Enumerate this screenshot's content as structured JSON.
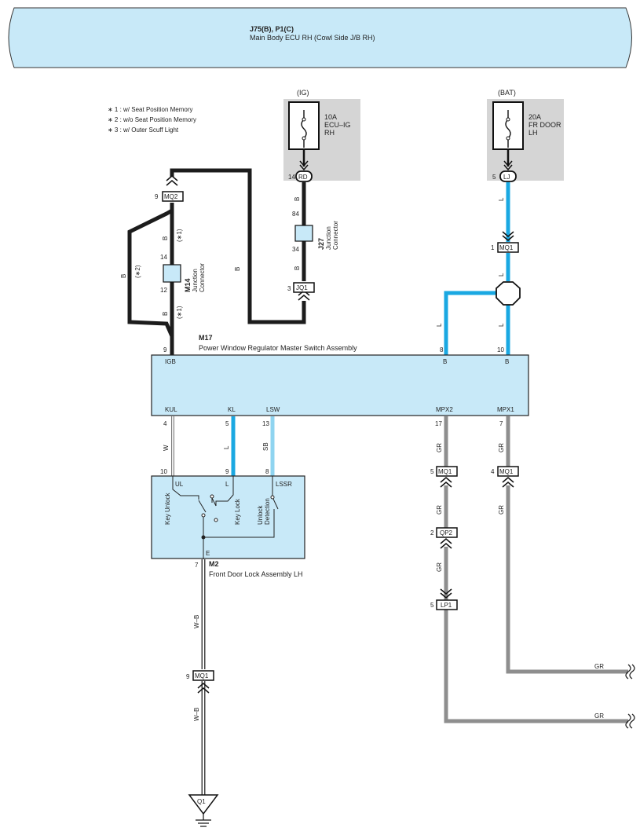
{
  "header": {
    "connector_ids": "J75(B), P1(C)",
    "component_name": "Main Body ECU RH (Cowl Side J/B RH)"
  },
  "notes": [
    "∗ 1 : w/ Seat Position Memory",
    "∗ 2 : w/o Seat Position Memory",
    "∗ 3 : w/ Outer Scuff Light"
  ],
  "fuses": {
    "ig": {
      "source": "(IG)",
      "amp": "10A",
      "name1": "ECU–IG",
      "name2": "RH",
      "pin": "14",
      "conn": "RD"
    },
    "bat": {
      "source": "(BAT)",
      "amp": "20A",
      "name1": "FR DOOR",
      "name2": "LH",
      "pin": "5",
      "conn": "LJ"
    }
  },
  "junctions": {
    "j27": {
      "id": "J27",
      "label1": "Junction",
      "label2": "Connector",
      "pin_top": "84",
      "pin_bottom": "34"
    },
    "m14": {
      "id": "M14",
      "label1": "Junction",
      "label2": "Connector",
      "pin_top": "14",
      "pin_bottom": "12"
    }
  },
  "connectors": {
    "mq2": {
      "pin": "9",
      "name": "MQ2"
    },
    "jq1": {
      "pin": "3",
      "name": "JQ1"
    },
    "mq1_top": {
      "pin": "1",
      "name": "MQ1"
    },
    "mq1_mpx2": {
      "pin": "5",
      "name": "MQ1"
    },
    "mq1_mpx1": {
      "pin": "4",
      "name": "MQ1"
    },
    "qp2": {
      "pin": "2",
      "name": "QP2"
    },
    "lp1": {
      "pin": "5",
      "name": "LP1"
    },
    "mq1_ground": {
      "pin": "9",
      "name": "MQ1"
    }
  },
  "wire_colors": {
    "b": "B",
    "l": "L",
    "w": "W",
    "sb": "SB",
    "gr": "GR",
    "wb": "W–B",
    "note1": "(∗1)",
    "note2": "(∗2)"
  },
  "m17": {
    "id": "M17",
    "name": "Power Window Regulator Master Switch Assembly",
    "top_pins": [
      {
        "pin": "9",
        "terminal": "IGB"
      },
      {
        "pin": "8",
        "terminal": "B"
      },
      {
        "pin": "10",
        "terminal": "B"
      }
    ],
    "bottom_pins": [
      {
        "terminal": "KUL",
        "pin": "4"
      },
      {
        "terminal": "KL",
        "pin": "5"
      },
      {
        "terminal": "LSW",
        "pin": "13"
      },
      {
        "terminal": "MPX2",
        "pin": "17"
      },
      {
        "terminal": "MPX1",
        "pin": "7"
      }
    ]
  },
  "m2": {
    "id": "M2",
    "name": "Front Door Lock Assembly LH",
    "pins": [
      {
        "pin": "10",
        "terminal": "UL",
        "switch": "Key Unlock"
      },
      {
        "pin": "9",
        "terminal": "L",
        "switch": "Key Lock"
      },
      {
        "pin": "8",
        "terminal": "LSSR",
        "switch1": "Unlock",
        "switch2": "Detection"
      }
    ],
    "ground_pin": "7",
    "ground_terminal": "E"
  },
  "ground": {
    "name": "Q1"
  },
  "colors": {
    "ecu_fill": "#c8e9f8",
    "fuse_bg": "#d5d5d5",
    "wire_black": "#1c1c1c",
    "wire_blue": "#1aa8e2",
    "wire_skyblue": "#8fd4f0",
    "wire_gray": "#8e8e8e"
  }
}
